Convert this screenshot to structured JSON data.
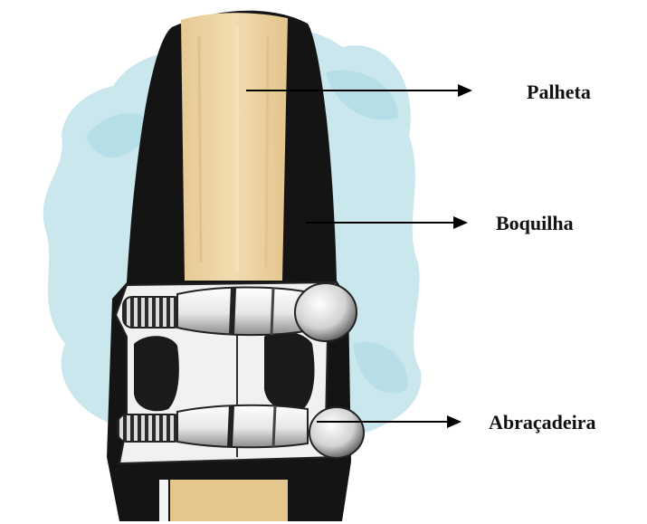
{
  "labels": {
    "reed": "Palheta",
    "mouthpiece": "Boquilha",
    "ligature": "Abraçadeira"
  },
  "colors": {
    "background_wash": "#bfe3ea",
    "mouthpiece_body": "#141414",
    "reed": "#ecd3a4",
    "ligature_metal": "#e8e8e8",
    "arrow": "#000000"
  }
}
